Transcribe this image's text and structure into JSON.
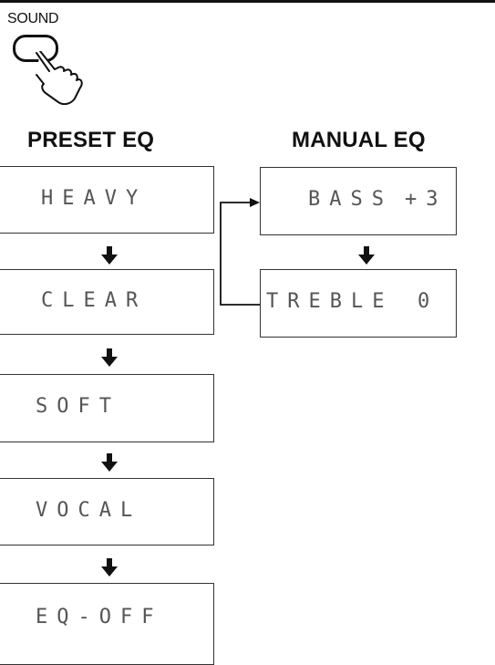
{
  "sound_button": {
    "label": "SOUND"
  },
  "preset_eq": {
    "heading": "PRESET EQ",
    "modes": [
      "HEAVY",
      "CLEAR",
      "SOFT",
      "VOCAL",
      "EQ-OFF"
    ]
  },
  "manual_eq": {
    "heading": "MANUAL EQ",
    "displays": [
      {
        "name": "BASS",
        "value": "+3"
      },
      {
        "name": "TREBLE",
        "value": "0"
      }
    ]
  },
  "colors": {
    "line": "#111111",
    "lcd_text": "#555555"
  },
  "icons": [
    "hand-press-icon",
    "down-arrow-icon",
    "loop-arrow-icon"
  ]
}
